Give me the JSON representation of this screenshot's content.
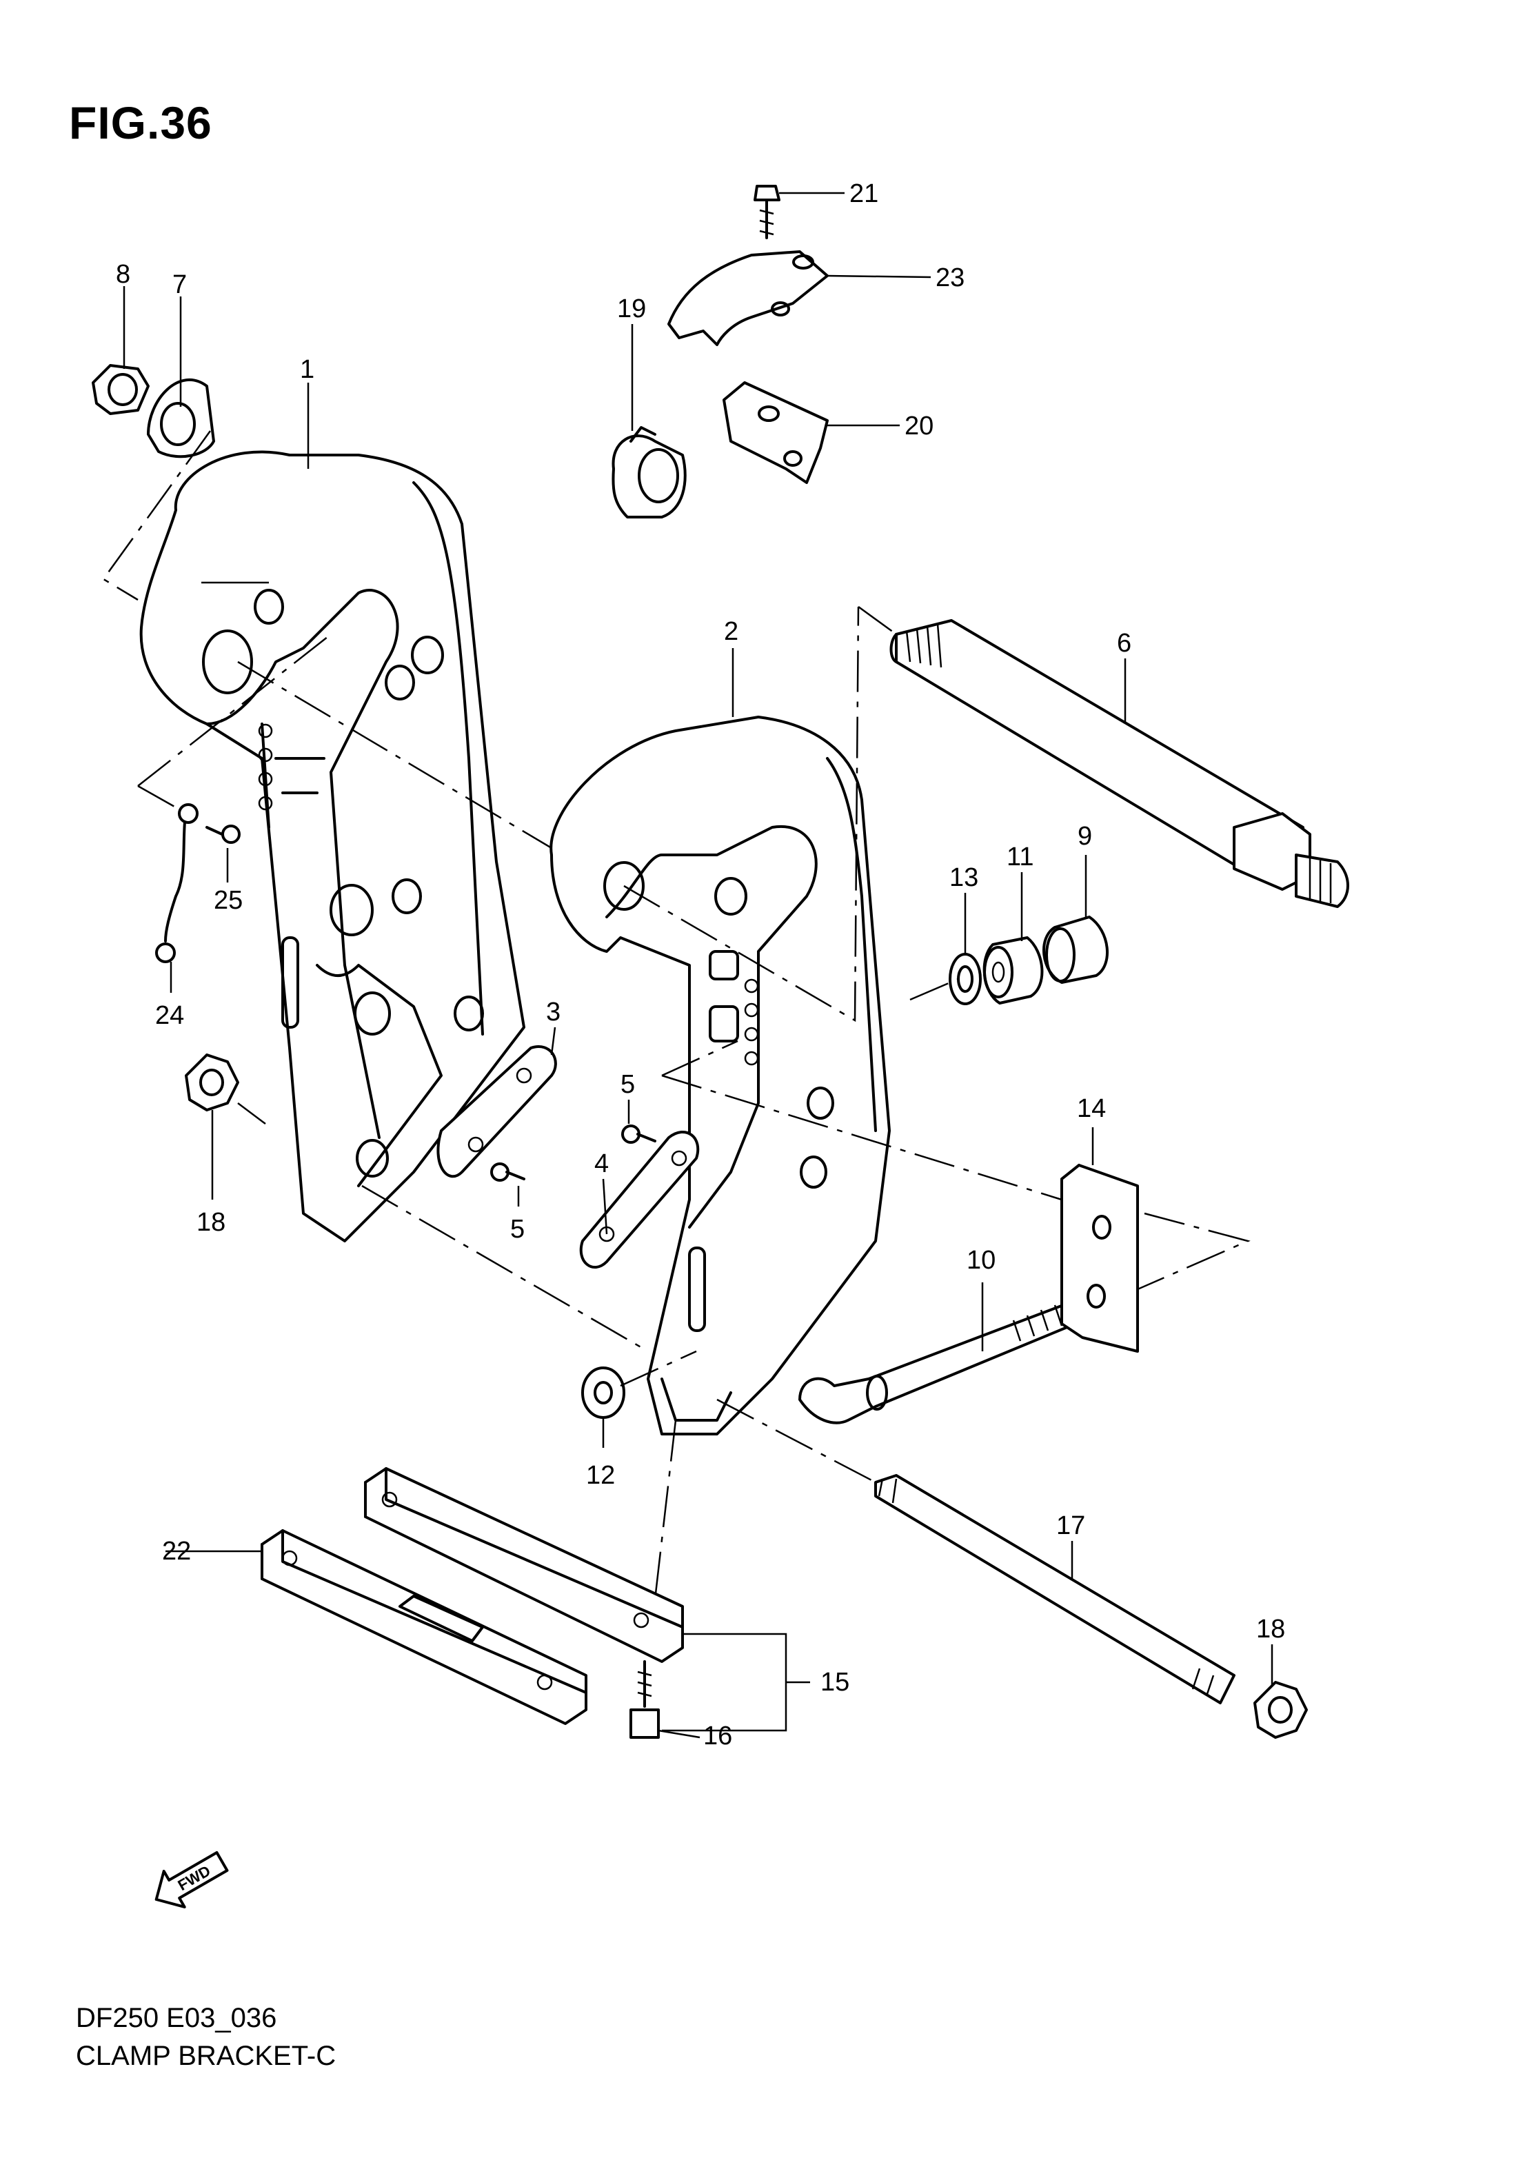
{
  "figure": {
    "title": "FIG.36",
    "code": "DF250 E03_036",
    "name": "CLAMP BRACKET-C"
  },
  "callouts": {
    "c1": "1",
    "c2": "2",
    "c3": "3",
    "c4": "4",
    "c5a": "5",
    "c5b": "5",
    "c6": "6",
    "c7": "7",
    "c8": "8",
    "c9": "9",
    "c10": "10",
    "c11": "11",
    "c12": "12",
    "c13": "13",
    "c14": "14",
    "c15": "15",
    "c16": "16",
    "c17": "17",
    "c18a": "18",
    "c18b": "18",
    "c19": "19",
    "c20": "20",
    "c21": "21",
    "c22": "22",
    "c23": "23",
    "c24": "24",
    "c25": "25"
  },
  "direction_marker": {
    "label": "FWD",
    "icon": "fwd-arrow-icon"
  }
}
